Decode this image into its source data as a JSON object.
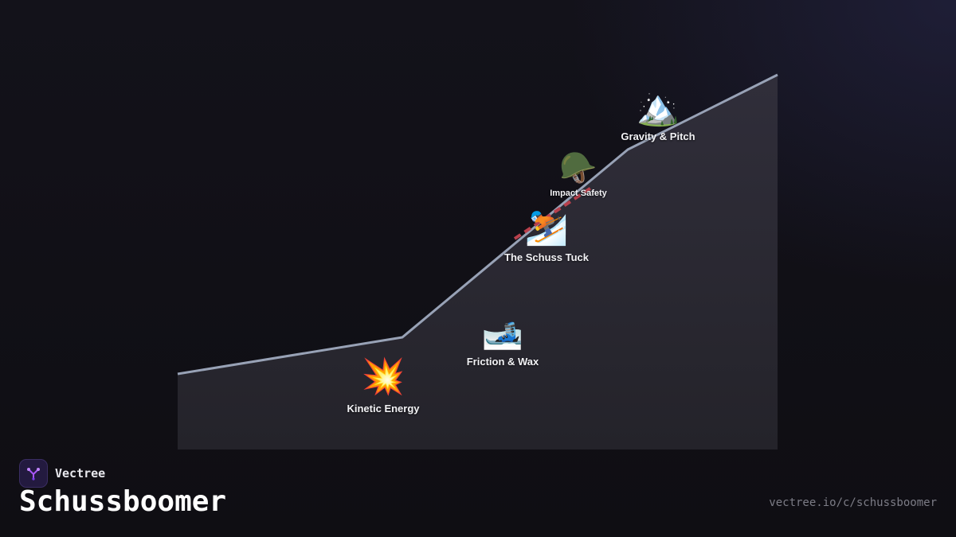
{
  "brand": {
    "name": "Vectree",
    "logo_icon": "vectree-tree-icon"
  },
  "title": "Schussboomer",
  "url": "vectree.io/c/schussboomer",
  "colors": {
    "background": "#111016",
    "slope_fill": "#2a2832",
    "slope_line": "#98a2b6",
    "dashed_path": "#b8404c",
    "brand_purple": "#a855f7"
  },
  "nodes": [
    {
      "id": "gravity",
      "label": "Gravity & Pitch",
      "emoji": "🏔️",
      "icon": "mountain-icon"
    },
    {
      "id": "impact",
      "label": "Impact Safety",
      "emoji": "🪖",
      "icon": "helmet-icon"
    },
    {
      "id": "tuck",
      "label": "The Schuss Tuck",
      "emoji": "⛷️",
      "icon": "skier-icon"
    },
    {
      "id": "friction",
      "label": "Friction & Wax",
      "emoji": "🎿",
      "icon": "ski-boot-icon"
    },
    {
      "id": "kinetic",
      "label": "Kinetic Energy",
      "emoji": "💥",
      "icon": "collision-icon"
    }
  ]
}
